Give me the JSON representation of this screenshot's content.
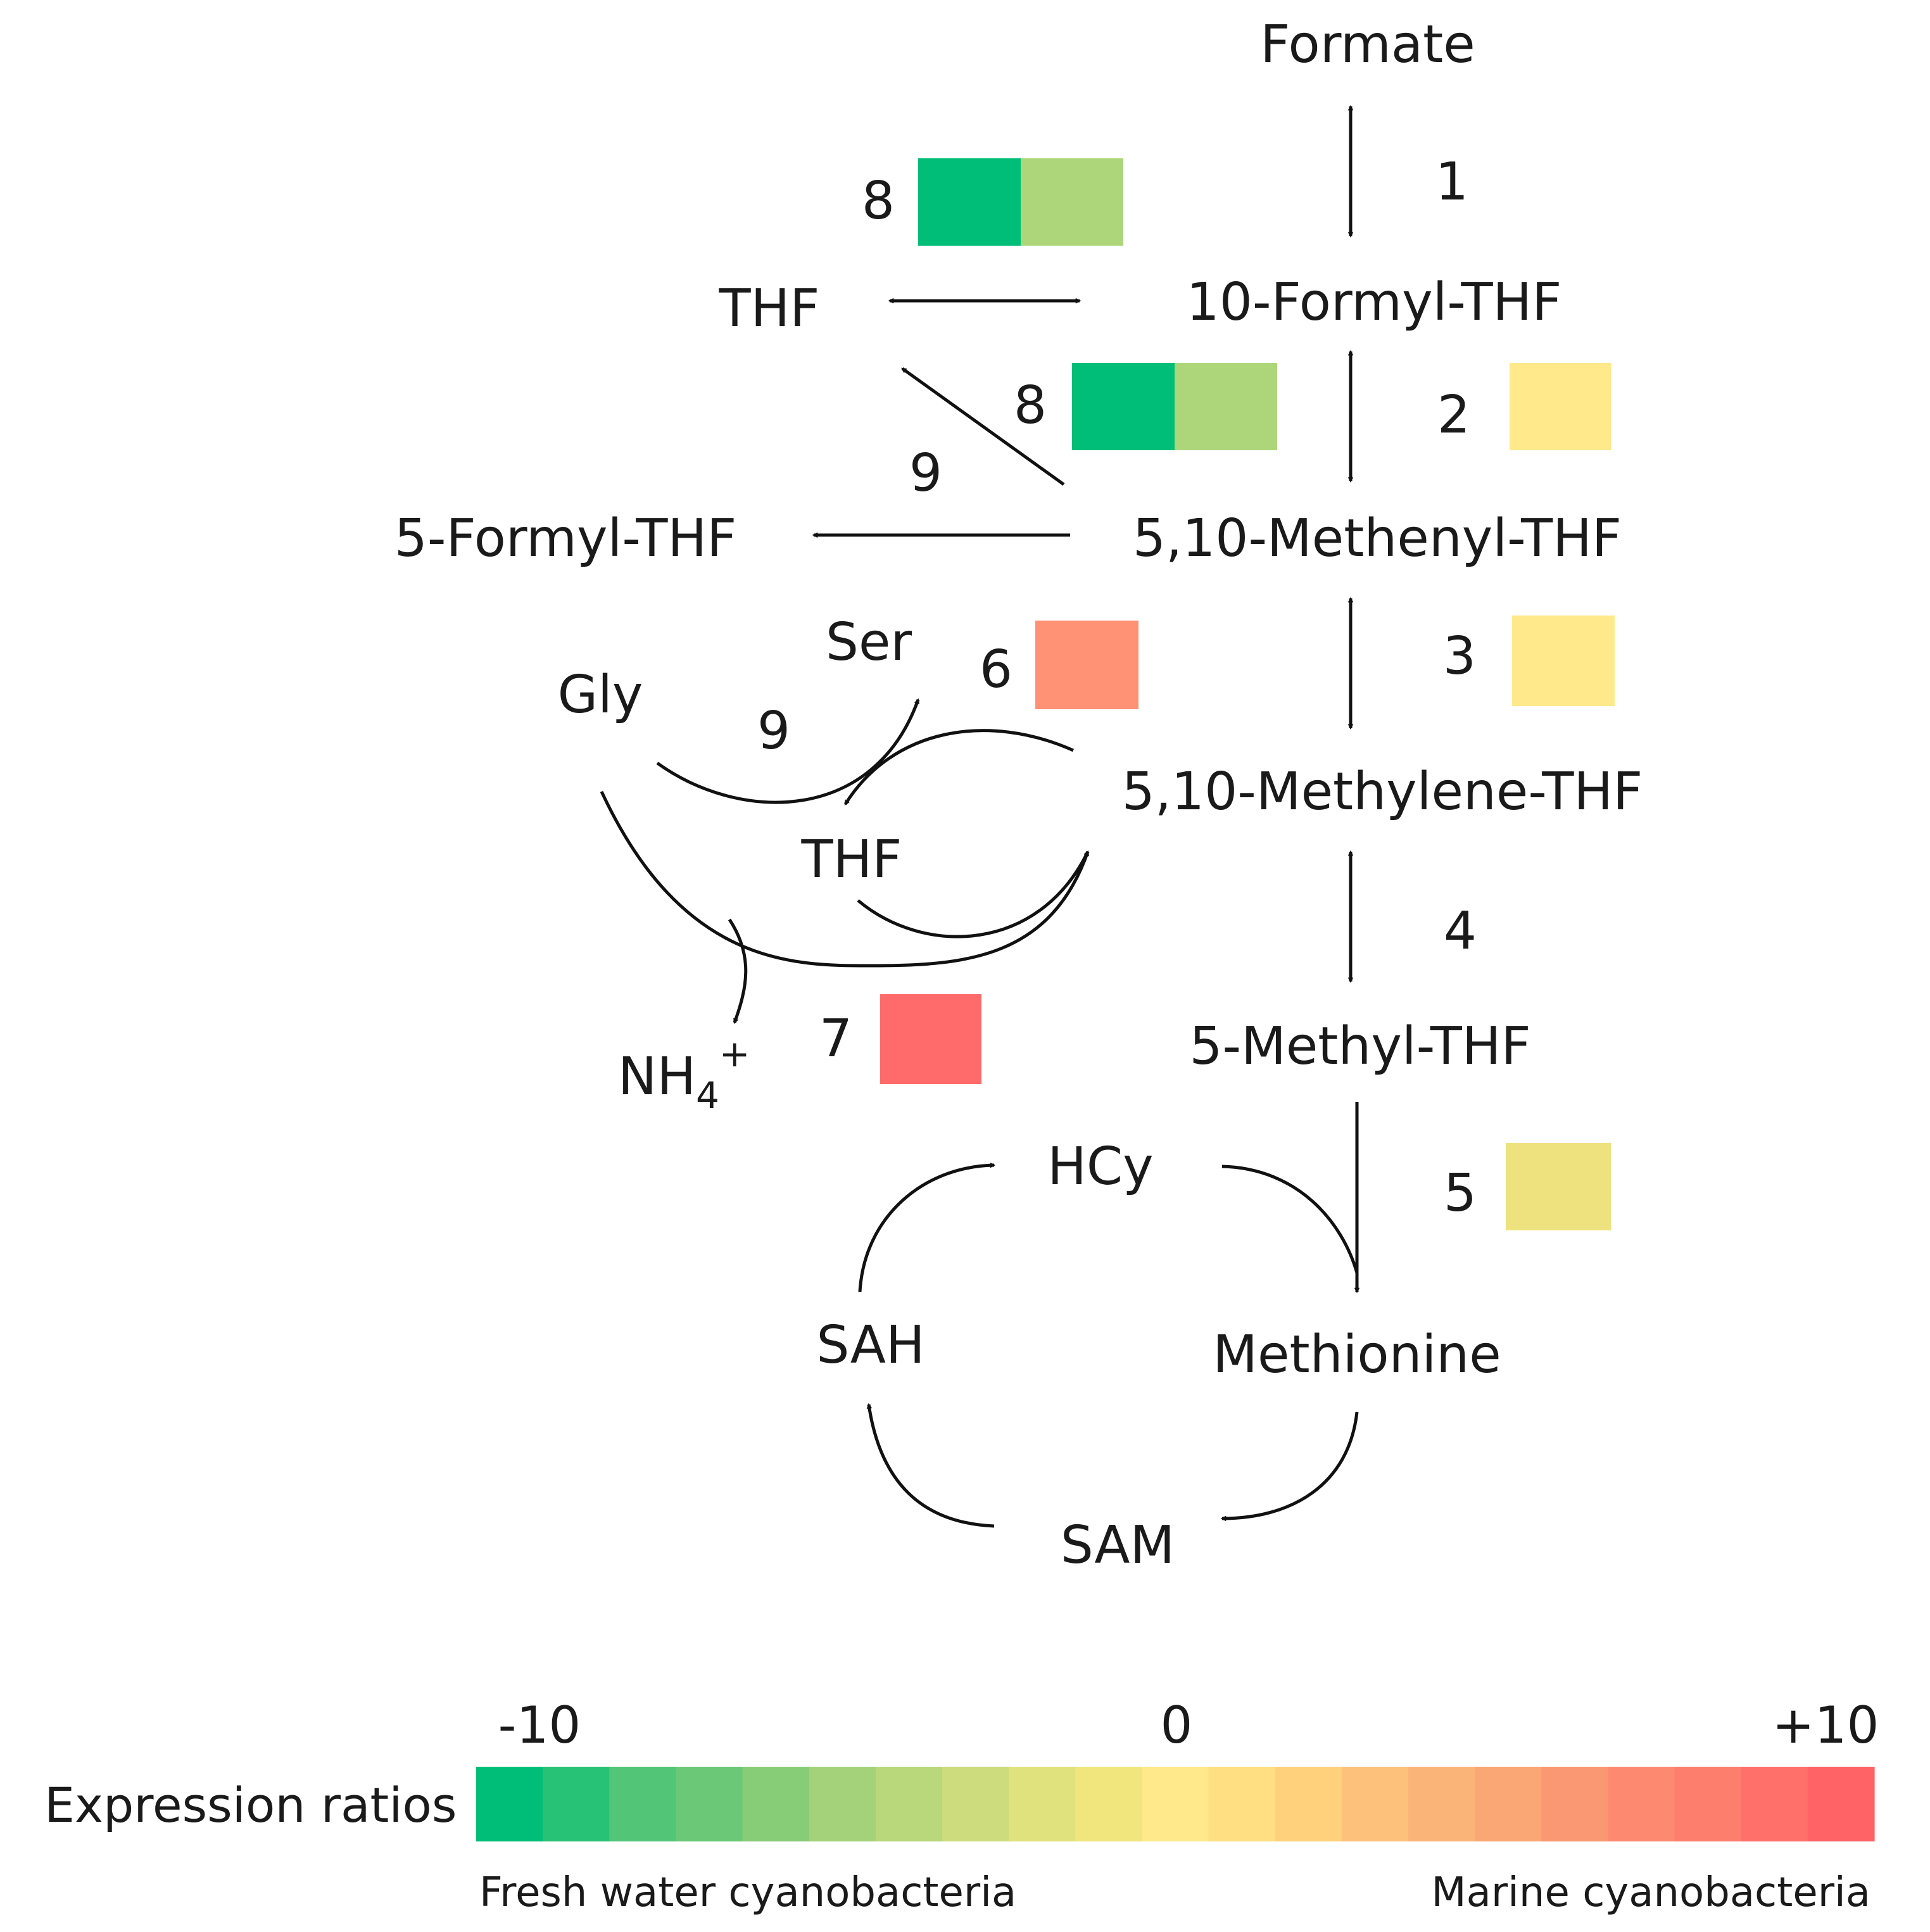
{
  "colors": {
    "green": "#00BE78",
    "light_green": "#ADD67A",
    "yellow": "#FFE98A",
    "yellow_dark": "#EEE27E",
    "orange": "#FF9174",
    "red": "#FF6A6A"
  },
  "nodes": {
    "formate": "Formate",
    "formyl10": "10-Formyl-THF",
    "thf_top": "THF",
    "methenyl": "5,10-Methenyl-THF",
    "formyl5": "5-Formyl-THF",
    "methylene": "5,10-Methylene-THF",
    "methyl5": "5-Methyl-THF",
    "ser": "Ser",
    "gly": "Gly",
    "thf_mid": "THF",
    "nh4": "NH",
    "nh4_sub": "4",
    "nh4_sup": "+",
    "hcy": "HCy",
    "sah": "SAH",
    "methionine": "Methionine",
    "sam": "SAM"
  },
  "enzymes": {
    "e1": "1",
    "e2": "2",
    "e3": "3",
    "e4": "4",
    "e5": "5",
    "e6": "6",
    "e7": "7",
    "e8a": "8",
    "e8b": "8",
    "e9a": "9",
    "e9b": "9"
  },
  "expression": {
    "e2": "#FFE98A",
    "e3": "#FFE98A",
    "e5": "#EEE27E",
    "e6": "#FF9174",
    "e7": "#FF6A6A",
    "e8a_left": "#00BE78",
    "e8a_right": "#ADD67A",
    "e8b_left": "#00BE78",
    "e8b_right": "#ADD67A"
  },
  "legend": {
    "title": "Expression ratios",
    "min_label": "-10",
    "mid_label": "0",
    "max_label": "+10",
    "left_caption": "Fresh water cyanobacteria",
    "right_caption": "Marine cyanobacteria",
    "gradient": [
      "#00BE78",
      "#28C277",
      "#52C576",
      "#6BC876",
      "#87CC77",
      "#A3D27A",
      "#B9D77B",
      "#CDDC7C",
      "#E0E27D",
      "#F0E67D",
      "#FFE98A",
      "#FFDF81",
      "#FFD17D",
      "#FDC17B",
      "#FBB478",
      "#FBA675",
      "#FA9873",
      "#FD8A70",
      "#FE7E6D",
      "#FF706A",
      "#FF6366"
    ]
  }
}
